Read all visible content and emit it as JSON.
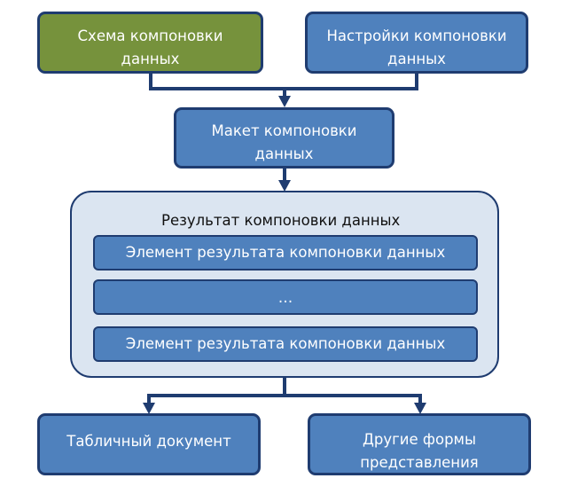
{
  "diagram": {
    "nodes": {
      "scheme": {
        "lines": [
          "Схема компоновки",
          "данных"
        ],
        "color": "#76923c"
      },
      "settings": {
        "lines": [
          "Настройки компоновки",
          "данных"
        ],
        "color": "#4f81bd"
      },
      "template": {
        "lines": [
          "Макет компоновки",
          "данных"
        ],
        "color": "#4f81bd"
      },
      "result": {
        "title": "Результат компоновки данных",
        "items": [
          "Элемент результата компоновки данных",
          "…",
          "Элемент результата компоновки данных"
        ]
      },
      "table_document": {
        "lines": [
          "Табличный документ"
        ],
        "color": "#4f81bd"
      },
      "other_forms": {
        "lines": [
          "Другие формы",
          "представления"
        ],
        "color": "#4f81bd"
      }
    },
    "edges": [
      {
        "from": "scheme",
        "to": "template"
      },
      {
        "from": "settings",
        "to": "template"
      },
      {
        "from": "template",
        "to": "result"
      },
      {
        "from": "result",
        "to": "table_document"
      },
      {
        "from": "result",
        "to": "other_forms"
      }
    ],
    "colors": {
      "border": "#1f3c70",
      "connector": "#1f3c70",
      "container_fill": "#dbe5f1"
    }
  }
}
